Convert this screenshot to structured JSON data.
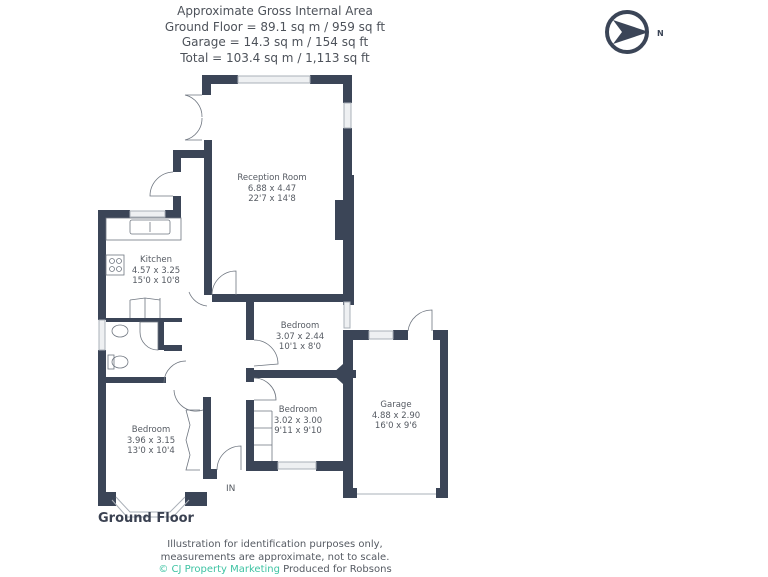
{
  "header": {
    "title": "Approximate Gross Internal Area",
    "ground_floor": "Ground Floor = 89.1 sq m / 959 sq ft",
    "garage": "Garage = 14.3 sq m / 154 sq ft",
    "total": "Total = 103.4 sq m / 1,113 sq ft"
  },
  "compass": {
    "icon": "north-arrow-icon",
    "label": "N"
  },
  "colors": {
    "wall": "#3b4557",
    "text": "#555a62",
    "brand": "#3fc3a3",
    "window": "#d6d9de"
  },
  "rooms": [
    {
      "name": "Reception Room",
      "metric": "6.88 x 4.47",
      "imperial": "22'7 x 14'8"
    },
    {
      "name": "Kitchen",
      "metric": "4.57 x 3.25",
      "imperial": "15'0 x 10'8"
    },
    {
      "name": "Bedroom",
      "metric": "3.07 x 2.44",
      "imperial": "10'1 x 8'0"
    },
    {
      "name": "Bedroom",
      "metric": "3.02 x 3.00",
      "imperial": "9'11 x 9'10"
    },
    {
      "name": "Bedroom",
      "metric": "3.96 x 3.15",
      "imperial": "13'0 x 10'4"
    },
    {
      "name": "Garage",
      "metric": "4.88 x 2.90",
      "imperial": "16'0 x 9'6"
    }
  ],
  "entrance_label": "IN",
  "floor_title": "Ground Floor",
  "footer": {
    "line1": "Illustration for identification purposes only,",
    "line2": "measurements are approximate, not to scale.",
    "brand": "© CJ Property Marketing",
    "produced_for": "Produced for  Robsons"
  }
}
